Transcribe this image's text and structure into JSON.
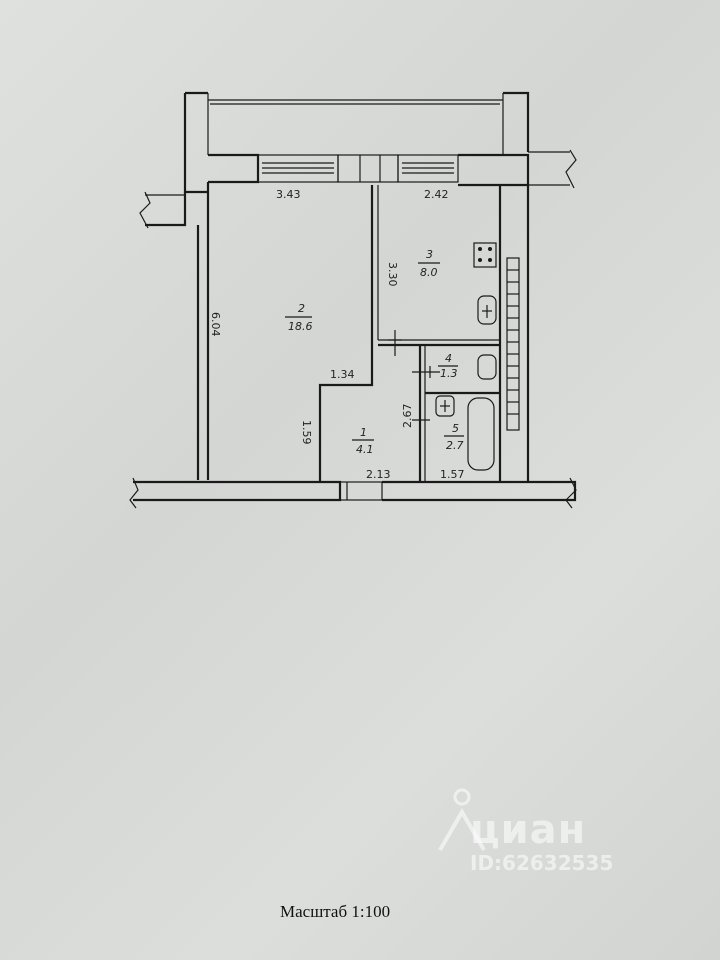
{
  "plan": {
    "dimensions": {
      "d_343": "3.43",
      "d_242": "2.42",
      "d_330": "3.30",
      "d_604": "6.04",
      "d_134": "1.34",
      "d_159": "1.59",
      "d_267": "2.67",
      "d_213": "2.13",
      "d_157": "1.57"
    },
    "rooms": [
      {
        "number": "1",
        "area": "4.1"
      },
      {
        "number": "2",
        "area": "18.6"
      },
      {
        "number": "3",
        "area": "8.0"
      },
      {
        "number": "4",
        "area": "1.3"
      },
      {
        "number": "5",
        "area": "2.7"
      }
    ]
  },
  "scale_label": "Масштаб 1:100",
  "watermark": {
    "brand": "циан",
    "id": "ID:62632535"
  }
}
